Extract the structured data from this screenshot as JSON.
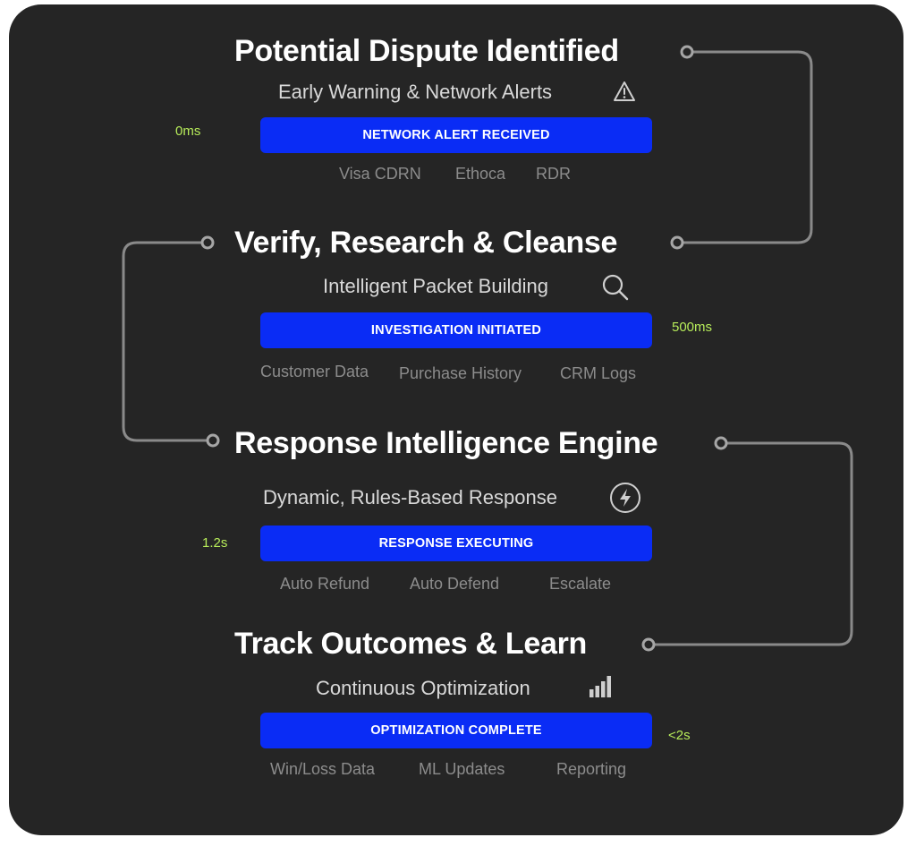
{
  "steps": [
    {
      "title": "Potential Dispute Identified",
      "subtitle": "Early Warning & Network Alerts",
      "icon": "warning-icon",
      "status": "NETWORK ALERT RECEIVED",
      "timing": "0ms",
      "tags": [
        "Visa CDRN",
        "Ethoca",
        "RDR"
      ]
    },
    {
      "title": "Verify, Research & Cleanse",
      "subtitle": "Intelligent Packet Building",
      "icon": "search-icon",
      "status": "INVESTIGATION INITIATED",
      "timing": "500ms",
      "tags": [
        "Customer Data",
        "Purchase History",
        "CRM Logs"
      ]
    },
    {
      "title": "Response Intelligence Engine",
      "subtitle": "Dynamic, Rules-Based Response",
      "icon": "lightning-icon",
      "status": "RESPONSE EXECUTING",
      "timing": "1.2s",
      "tags": [
        "Auto Refund",
        "Auto Defend",
        "Escalate"
      ]
    },
    {
      "title": "Track Outcomes & Learn",
      "subtitle": "Continuous Optimization",
      "icon": "bar-chart-icon",
      "status": "OPTIMIZATION COMPLETE",
      "timing": "<2s",
      "tags": [
        "Win/Loss Data",
        "ML Updates",
        "Reporting"
      ]
    }
  ],
  "colors": {
    "background": "#252525",
    "status_bar": "#0a2cf5",
    "timing": "#b7ec5a",
    "connector": "#8a8a8a"
  }
}
